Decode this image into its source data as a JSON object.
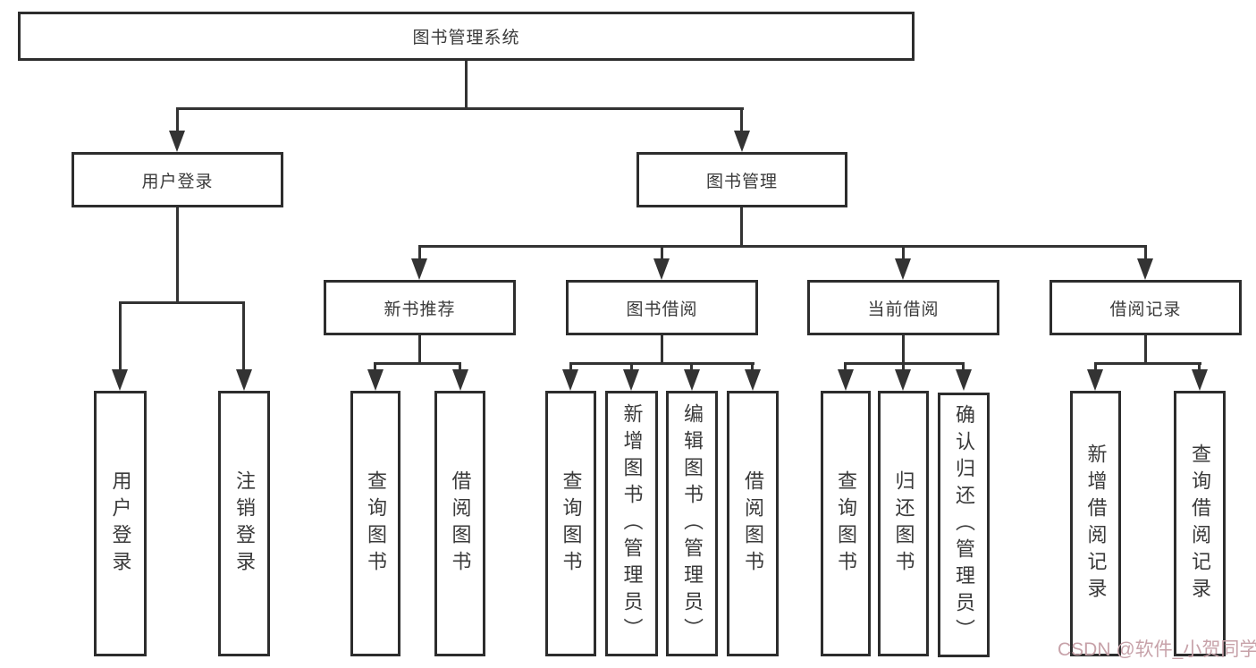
{
  "diagram": {
    "type": "hierarchy-structure-chart",
    "colors": {
      "background": "#ffffff",
      "box_border": "#2d2d2d",
      "connector_line": "#333333",
      "text": "#3a3a3a",
      "watermark": "#c7a2a9"
    },
    "watermark": "CSDN @软件_小贺同学",
    "nodes": {
      "root": {
        "label": "图书管理系统"
      },
      "user_login": {
        "label": "用户登录"
      },
      "book_mgmt": {
        "label": "图书管理"
      },
      "login": {
        "label": "用户登录"
      },
      "logout": {
        "label": "注销登录"
      },
      "new_book_rec": {
        "label": "新书推荐"
      },
      "book_borrow": {
        "label": "图书借阅"
      },
      "current_borrow": {
        "label": "当前借阅"
      },
      "borrow_records": {
        "label": "借阅记录"
      },
      "nb_query": {
        "label": "查询图书"
      },
      "nb_borrow": {
        "label": "借阅图书"
      },
      "bb_query": {
        "label": "查询图书"
      },
      "bb_add": {
        "label": "新增图书（管理员）"
      },
      "bb_edit": {
        "label": "编辑图书（管理员）"
      },
      "bb_borrow": {
        "label": "借阅图书"
      },
      "cb_query": {
        "label": "查询图书"
      },
      "cb_return": {
        "label": "归还图书"
      },
      "cb_confirm": {
        "label": "确认归还（管理员）"
      },
      "br_add": {
        "label": "新增借阅记录"
      },
      "br_query": {
        "label": "查询借阅记录"
      }
    }
  }
}
